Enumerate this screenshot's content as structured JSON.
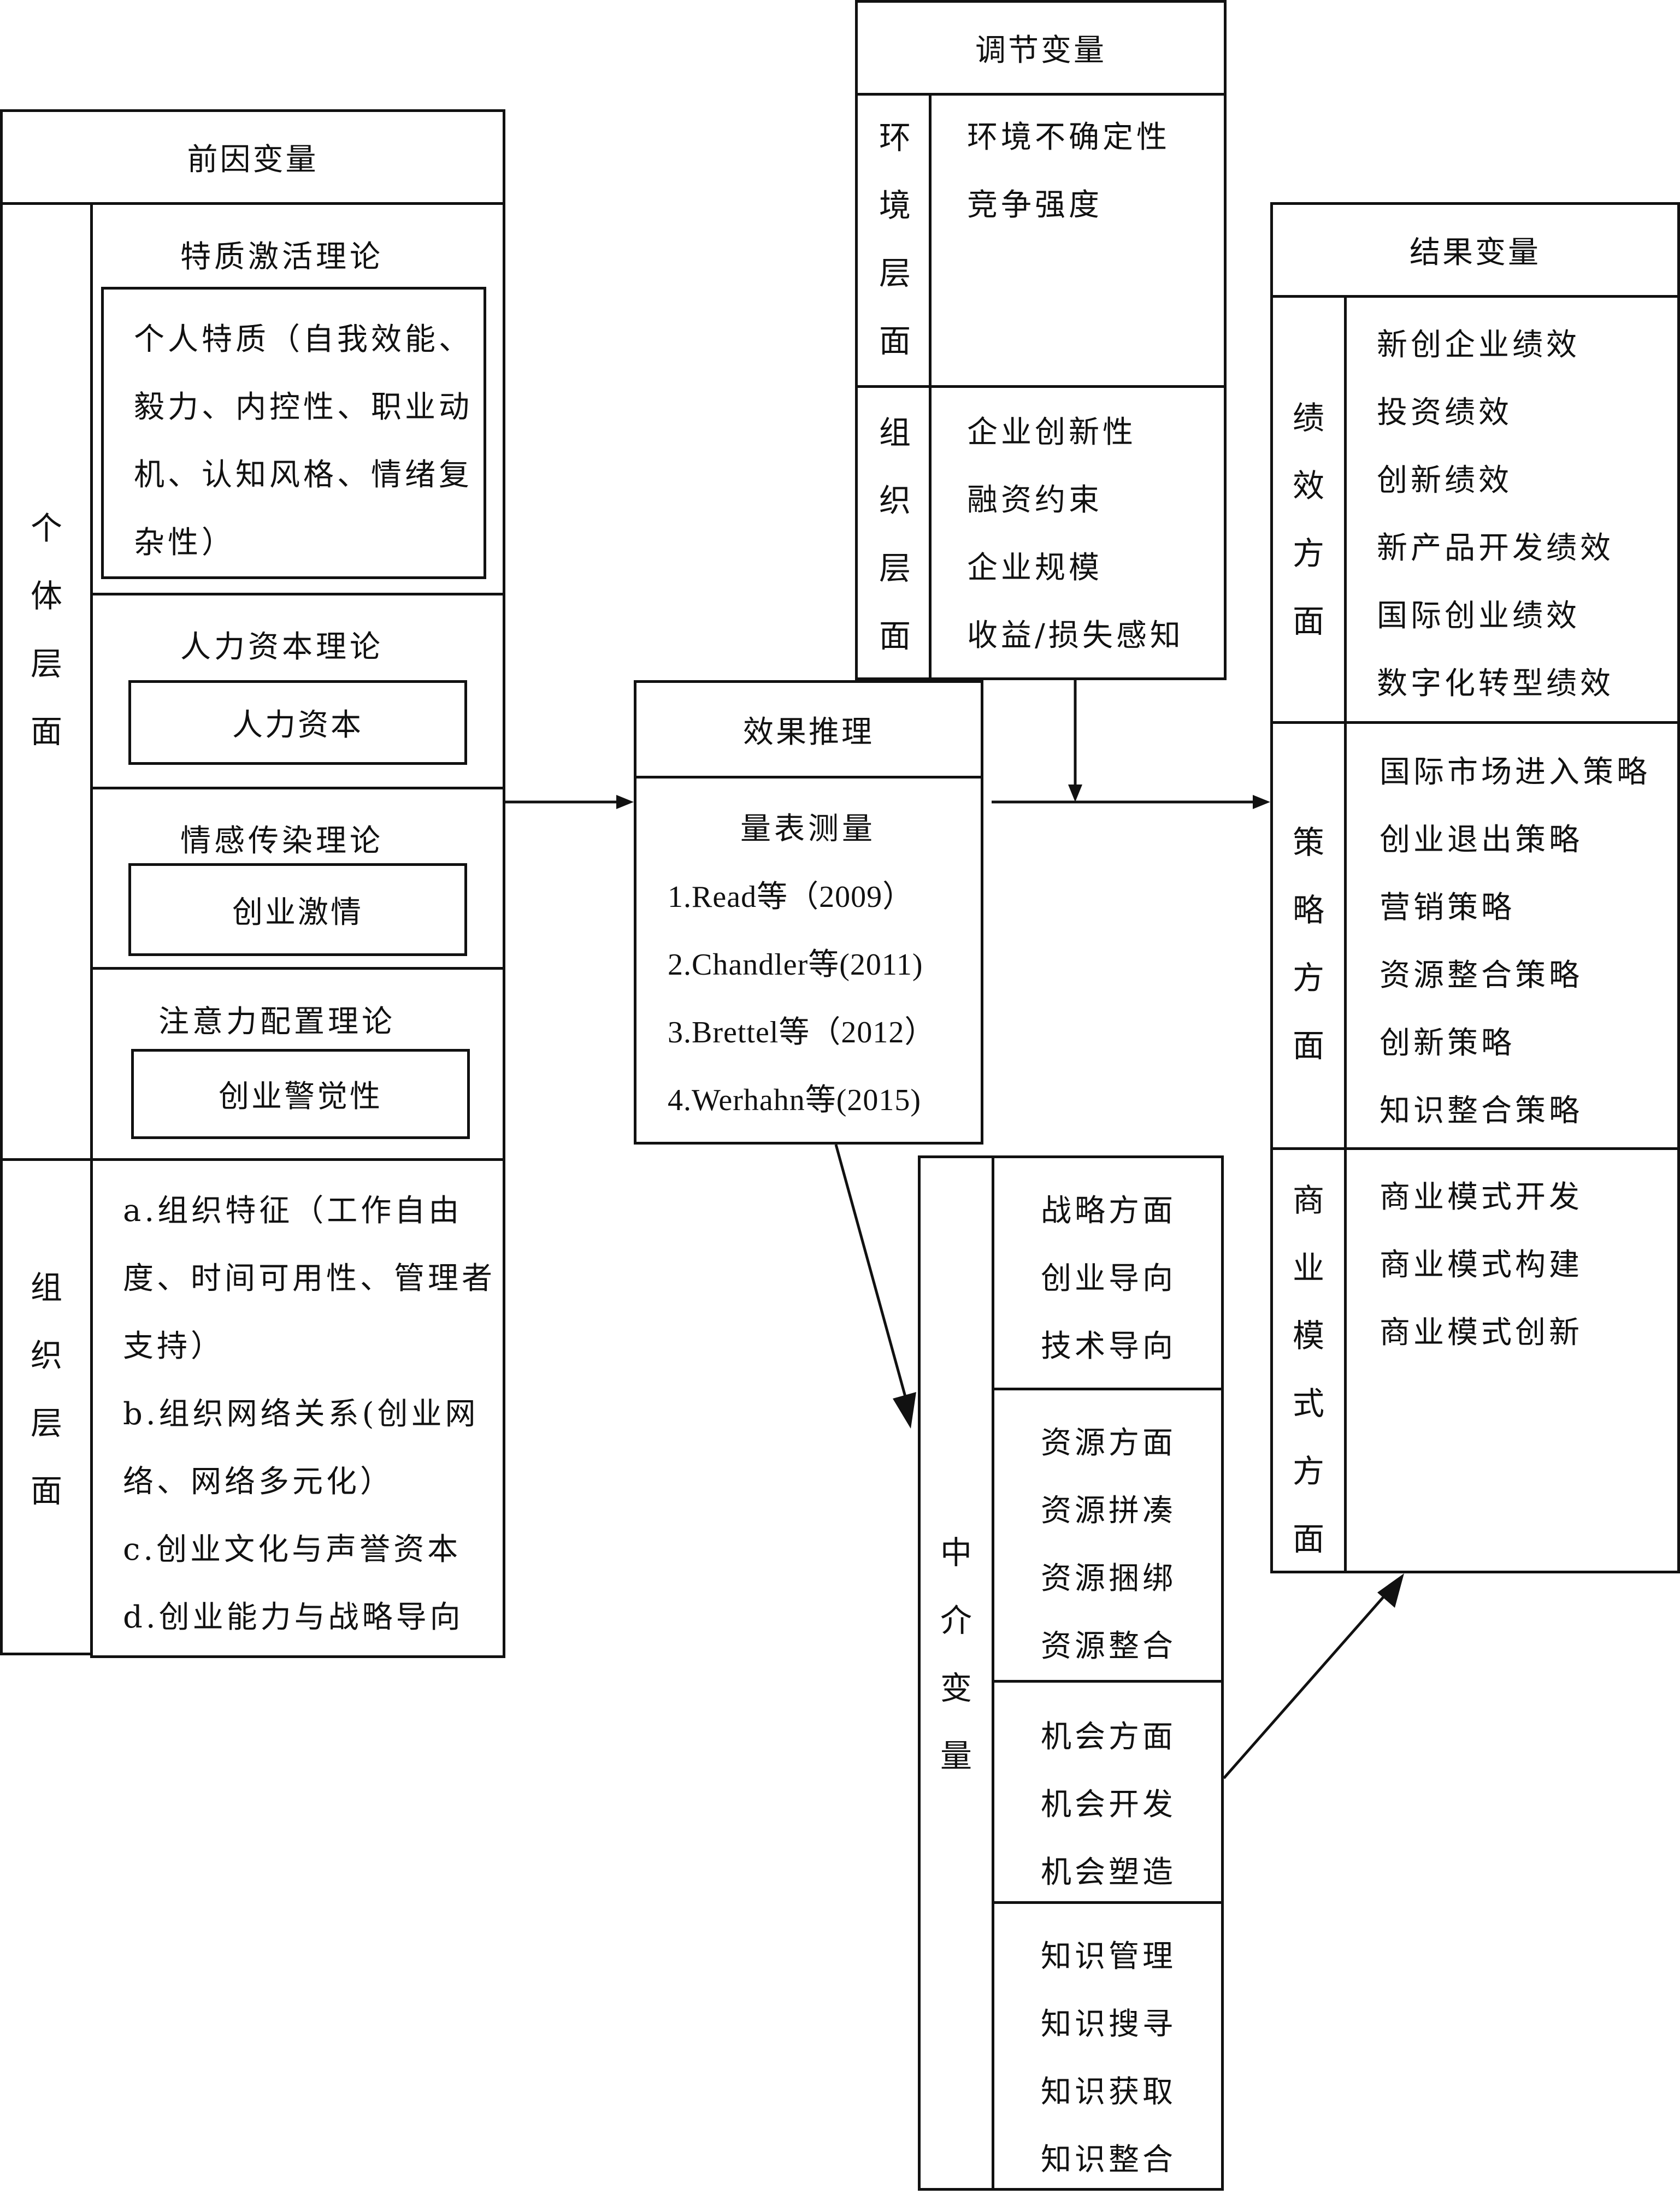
{
  "antecedent": {
    "title": "前因变量",
    "individual_label": [
      "个",
      "体",
      "层",
      "面"
    ],
    "organization_label": [
      "组",
      "织",
      "层",
      "面"
    ],
    "theories": [
      {
        "name": "特质激活理论",
        "lines": [
          "个人特质（自我效能、",
          "毅力、内控性、职业动",
          "机、认知风格、情绪复",
          "杂性）"
        ]
      },
      {
        "name": "人力资本理论",
        "content": "人力资本"
      },
      {
        "name": "情感传染理论",
        "content": "创业激情"
      },
      {
        "name": "注意力配置理论",
        "content": "创业警觉性"
      }
    ],
    "org_items": [
      "a.组织特征（工作自由",
      "度、时间可用性、管理者",
      "支持）",
      "b.组织网络关系(创业网",
      "络、网络多元化）",
      "c.创业文化与声誉资本",
      "d.创业能力与战略导向"
    ]
  },
  "moderator": {
    "title": "调节变量",
    "env_label": [
      "环",
      "境",
      "层",
      "面"
    ],
    "env_items": [
      "环境不确定性",
      "竞争强度"
    ],
    "org_label": [
      "组",
      "织",
      "层",
      "面"
    ],
    "org_items": [
      "企业创新性",
      "融资约束",
      "企业规模",
      "收益/损失感知"
    ]
  },
  "effectuation": {
    "title": "效果推理",
    "subtitle": "量表测量",
    "items": [
      "1.Read等（2009）",
      "2.Chandler等(2011)",
      "3.Brettel等（2012）",
      "4.Werhahn等(2015)"
    ]
  },
  "mediator": {
    "label": [
      "中",
      "介",
      "变",
      "量"
    ],
    "groups": [
      [
        "战略方面",
        "创业导向",
        "技术导向"
      ],
      [
        "资源方面",
        "资源拼凑",
        "资源捆绑",
        "资源整合"
      ],
      [
        "机会方面",
        "机会开发",
        "机会塑造"
      ],
      [
        "知识管理",
        "知识搜寻",
        "知识获取",
        "知识整合"
      ]
    ]
  },
  "outcome": {
    "title": "结果变量",
    "sections": [
      {
        "label": [
          "绩",
          "效",
          "方",
          "面"
        ],
        "items": [
          "新创企业绩效",
          "投资绩效",
          "创新绩效",
          "新产品开发绩效",
          "国际创业绩效",
          "数字化转型绩效"
        ]
      },
      {
        "label": [
          "策",
          "略",
          "方",
          "面"
        ],
        "items": [
          "国际市场进入策略",
          "创业退出策略",
          "营销策略",
          "资源整合策略",
          "创新策略",
          "知识整合策略"
        ]
      },
      {
        "label": [
          "商",
          "业",
          "模",
          "式",
          "方",
          "面"
        ],
        "items": [
          "商业模式开发",
          "商业模式构建",
          "商业模式创新"
        ]
      }
    ]
  }
}
